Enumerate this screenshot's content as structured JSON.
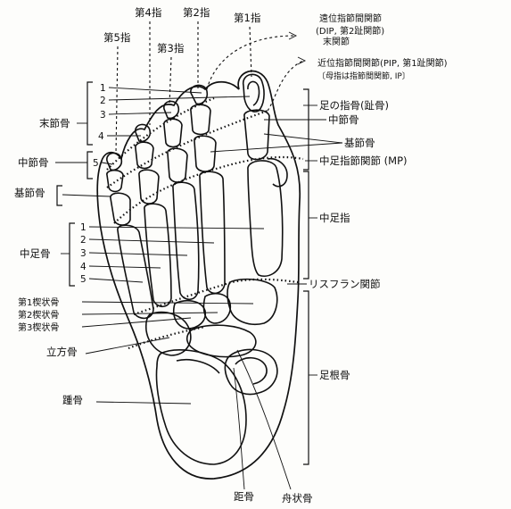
{
  "toes": {
    "toe1": "第1指",
    "toe2": "第2指",
    "toe3": "第3指",
    "toe4": "第4指",
    "toe5": "第5指"
  },
  "joints": {
    "dip_line1": "遠位指節間関節",
    "dip_line2": "(DIP, 第2趾関節)",
    "dip_line3": "末関節",
    "pip_line1": "近位指節間関節(PIP, 第1趾関節)",
    "pip_line2": "〔母指は指節間関節, IP〕",
    "mp": "中足指節関節 (MP)",
    "lisfranc": "リスフラン関節"
  },
  "right_labels": {
    "toe_bones": "足の指骨(趾骨)",
    "middle_phalanx": "中節骨",
    "proximal_phalanx": "基節骨",
    "metatarsal_region": "中足指",
    "tarsal_region": "足根骨"
  },
  "left_labels": {
    "distal_phalanx": "末節骨",
    "middle_phalanx": "中節骨",
    "proximal_phalanx": "基節骨",
    "metatarsal": "中足骨",
    "cuneiform1": "第1楔状骨",
    "cuneiform2": "第2楔状骨",
    "cuneiform3": "第3楔状骨",
    "cuboid": "立方骨",
    "calcaneus": "踵骨"
  },
  "bottom_labels": {
    "talus": "距骨",
    "navicular": "舟状骨"
  },
  "numbers": {
    "distal": [
      "1",
      "2",
      "3",
      "4",
      "5"
    ],
    "metatarsal": [
      "1",
      "2",
      "3",
      "4",
      "5"
    ]
  }
}
